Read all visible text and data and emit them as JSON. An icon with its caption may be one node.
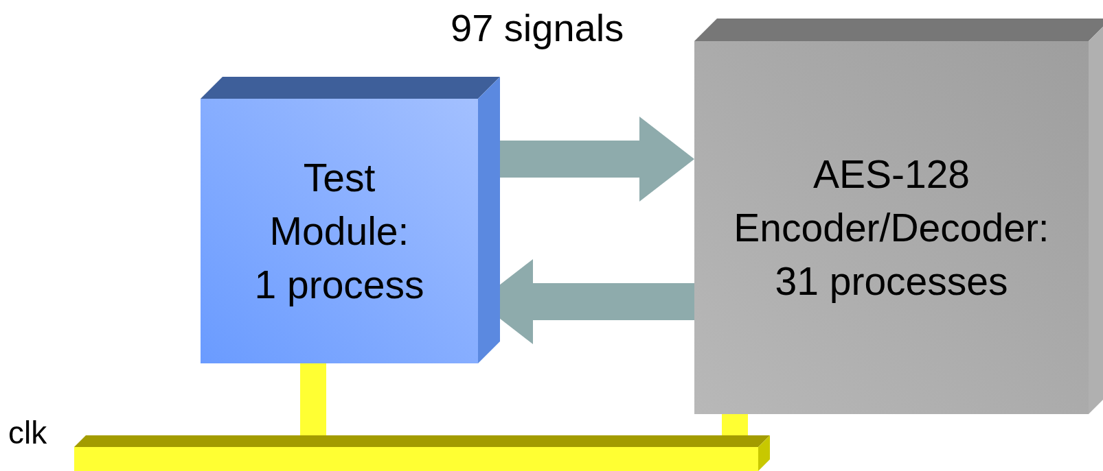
{
  "diagram": {
    "nodes": [
      {
        "text": [
          "Test Module: 1 process"
        ]
      },
      {
        "text": [
          "AES-128 Encoder/Decoder: 31 processes"
        ]
      },
      {
        "text": [],
        "shape": "bar",
        "beside": [
          "clk"
        ]
      }
    ],
    "edges": [
      {
        "from": 0,
        "to": 1,
        "arrow": "to",
        "color": "#8eabac"
      },
      {
        "from": 1,
        "to": 0,
        "arrow": "to",
        "color": "#8eabac"
      },
      {
        "from": 0,
        "to": 2,
        "arrow": "none",
        "color": "#ffff33"
      },
      {
        "from": 1,
        "to": 2,
        "arrow": "none",
        "color": "#ffff33"
      }
    ],
    "labels": [
      "97 signals"
    ]
  }
}
